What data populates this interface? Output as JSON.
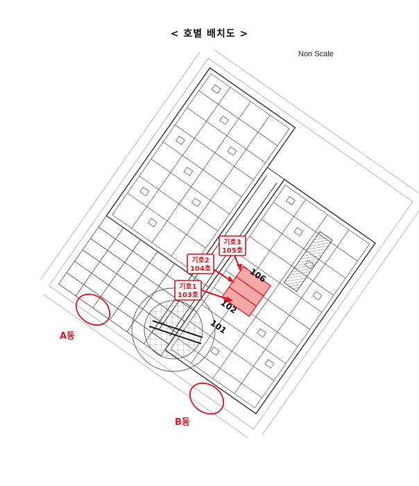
{
  "header": {
    "title": "< 호별 배치도 >",
    "scale_note": "Non Scale"
  },
  "buildings": {
    "a": "A동",
    "b": "B동"
  },
  "callouts": [
    {
      "line1": "기호1",
      "line2": "103호"
    },
    {
      "line1": "기호2",
      "line2": "104호"
    },
    {
      "line1": "기호3",
      "line2": "105호"
    }
  ],
  "rooms": [
    "106",
    "102",
    "101"
  ],
  "colors": {
    "accent": "#e0141e",
    "highlight_fill": "#f4a8a8",
    "line": "#333333"
  }
}
